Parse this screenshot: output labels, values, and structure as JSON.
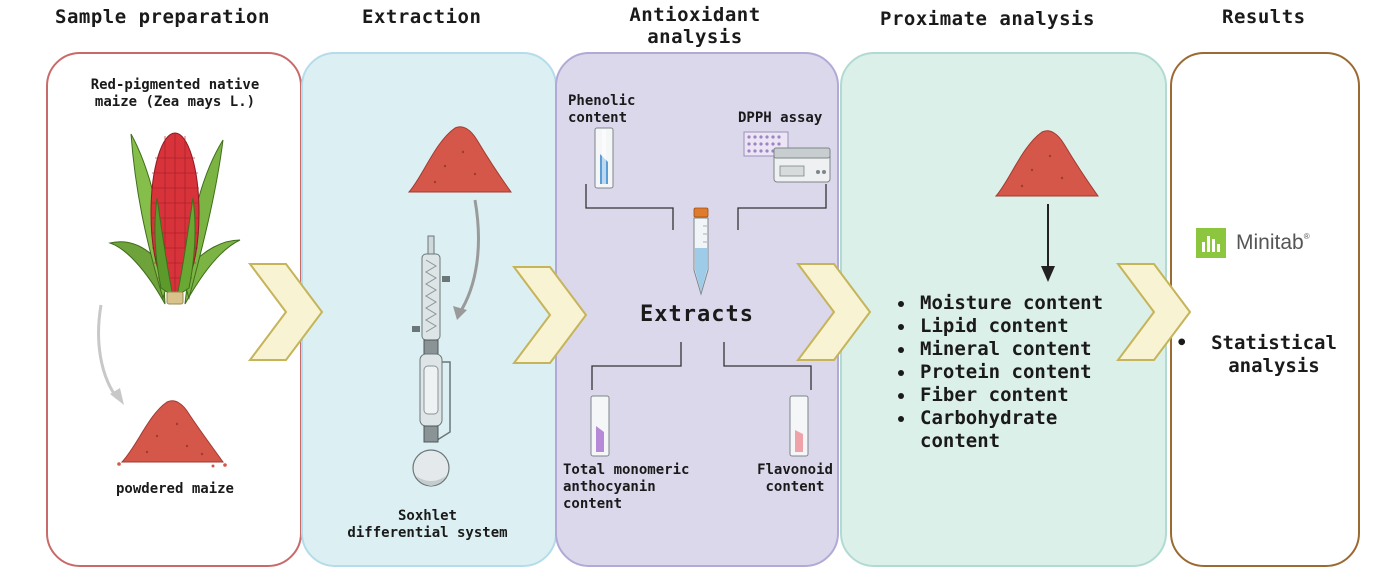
{
  "headers": {
    "sample_preparation": "Sample preparation",
    "extraction": "Extraction",
    "antioxidant_line1": "Antioxidant",
    "antioxidant_line2": "analysis",
    "proximate": "Proximate analysis",
    "results": "Results"
  },
  "sample_preparation": {
    "maize_line1": "Red-pigmented native",
    "maize_line2": "maize (Zea mays L.)",
    "powder_label": "powdered maize"
  },
  "extraction": {
    "system_line1": "Soxhlet",
    "system_line2": "differential system"
  },
  "antioxidant": {
    "phenolic_line1": "Phenolic",
    "phenolic_line2": "content",
    "dpph": "DPPH assay",
    "extracts": "Extracts",
    "anthocyanin_line1": "Total monomeric",
    "anthocyanin_line2": "anthocyanin",
    "anthocyanin_line3": "content",
    "flavonoid_line1": "Flavonoid",
    "flavonoid_line2": "content"
  },
  "proximate": {
    "items": [
      "Moisture content",
      "Lipid content",
      "Mineral content",
      "Protein content",
      "Fiber content",
      "Carbohydrate"
    ],
    "last_continuation": "content"
  },
  "results": {
    "software": "Minitab",
    "trademark": "®",
    "stat_line1": "Statistical",
    "stat_line2": "analysis"
  },
  "colors": {
    "sample_border": "#c96a6a",
    "extraction_fill": "#dcf0f3",
    "extraction_border": "#b4dcea",
    "antioxidant_fill": "#dcd8ec",
    "antioxidant_border": "#b1a9d6",
    "proximate_fill": "#dcf0ea",
    "proximate_border": "#b1dbd2",
    "results_border": "#9a6a32",
    "chevron_fill": "#f8f3d2",
    "chevron_border": "#c6b45a",
    "powder": "#d4574a",
    "minitab_green": "#8cc63f"
  }
}
